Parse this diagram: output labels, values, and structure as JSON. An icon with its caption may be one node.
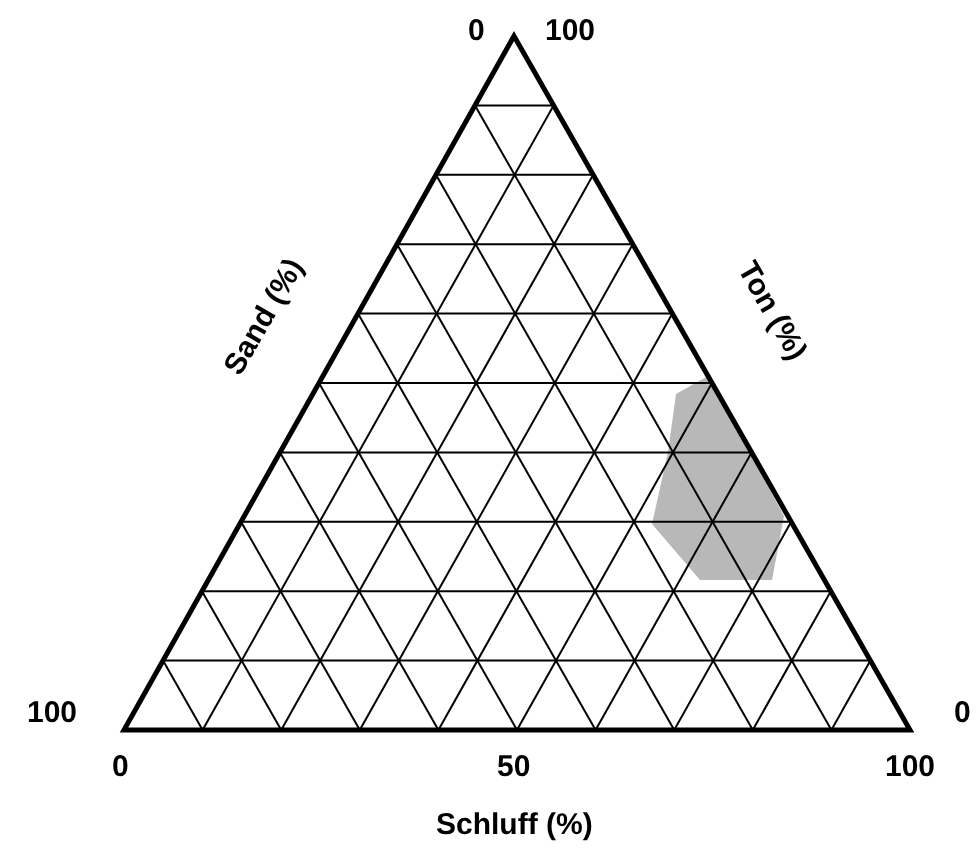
{
  "diagram": {
    "labels": [
      "0",
      "100",
      "Sand (%)",
      "Ton (%)",
      "100",
      "0",
      "0",
      "50",
      "100",
      "Schluff (%)"
    ]
  }
}
